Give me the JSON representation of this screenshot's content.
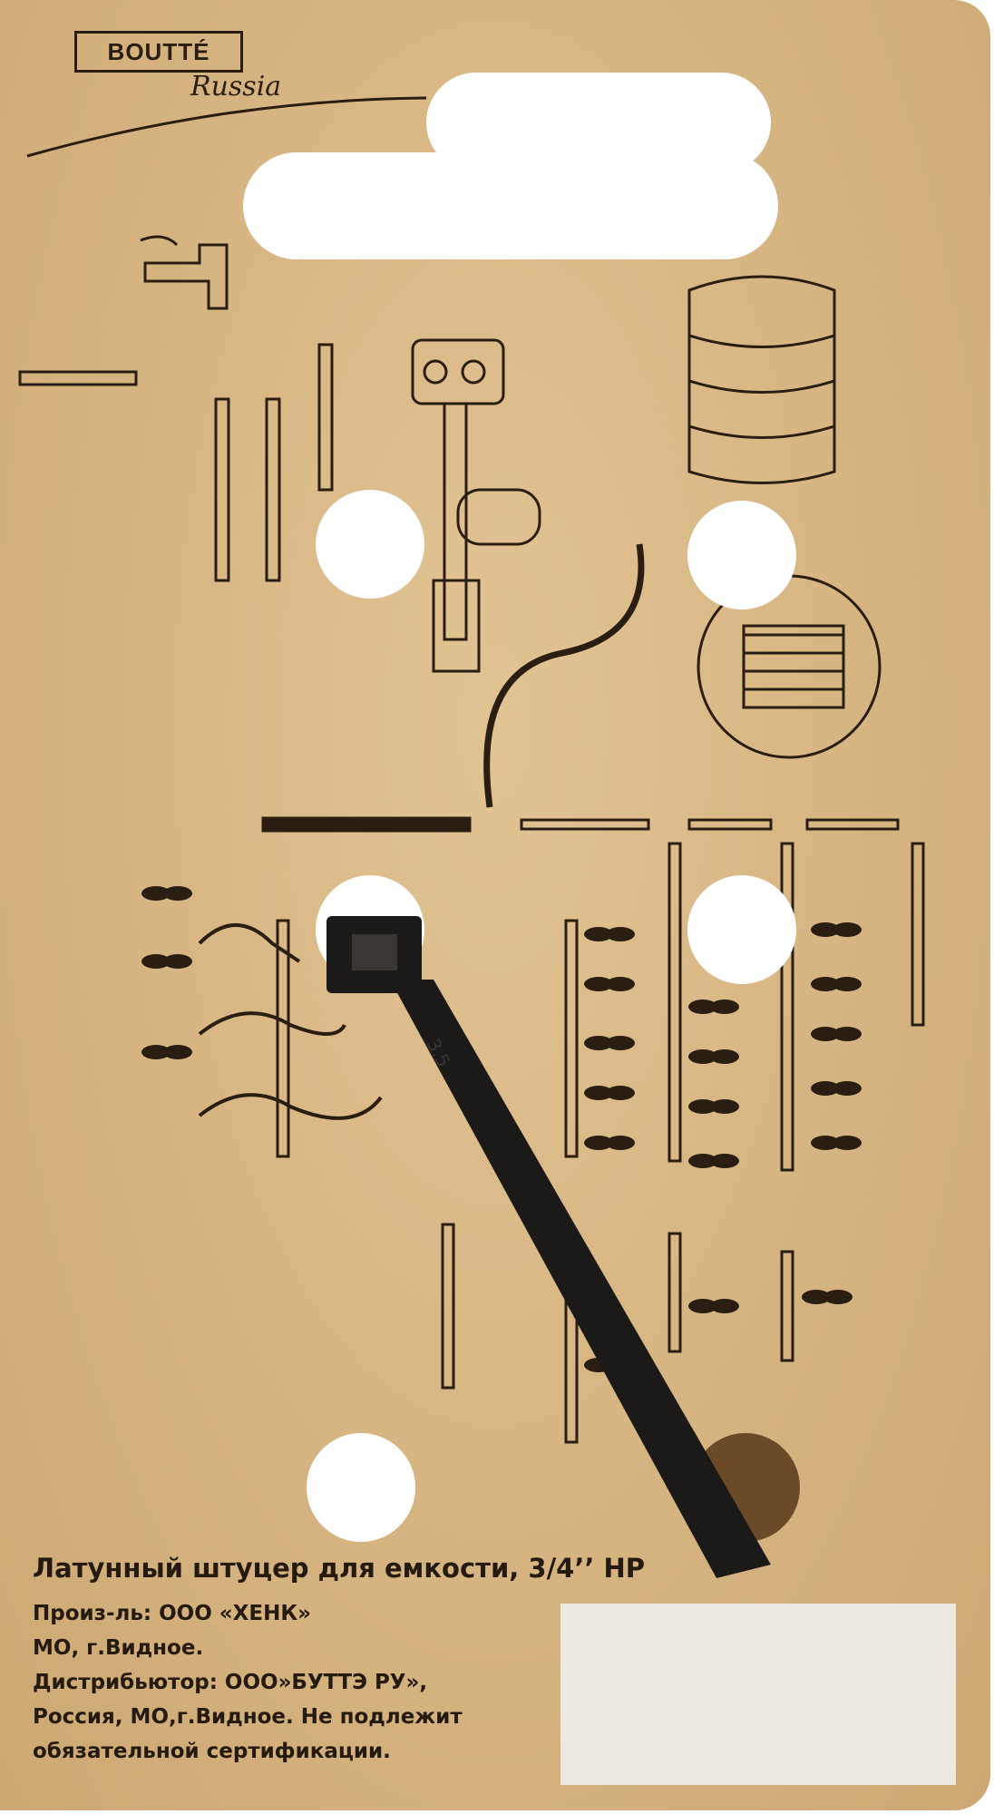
{
  "brand": {
    "name": "BOUTTÉ",
    "script": "Russia"
  },
  "product": {
    "title": "Латунный штуцер для емкости, 3/4’’ НР"
  },
  "info": {
    "line1": "Произ-ль: ООО «ХЕНК»",
    "line2": "МО, г.Видное.",
    "line3": "Дистрибьютор: ООО»БУТТЭ РУ»,",
    "line4": "Россия, МО,г.Видное. Не подлежит",
    "line5": "обязательной сертификации."
  },
  "colors": {
    "card": "#d8b47e",
    "ink": "#2a1e12",
    "cable_tie": "#1c1a18",
    "sticker": "#ece9e2"
  },
  "cable_tie": {
    "marking": "3.5"
  }
}
